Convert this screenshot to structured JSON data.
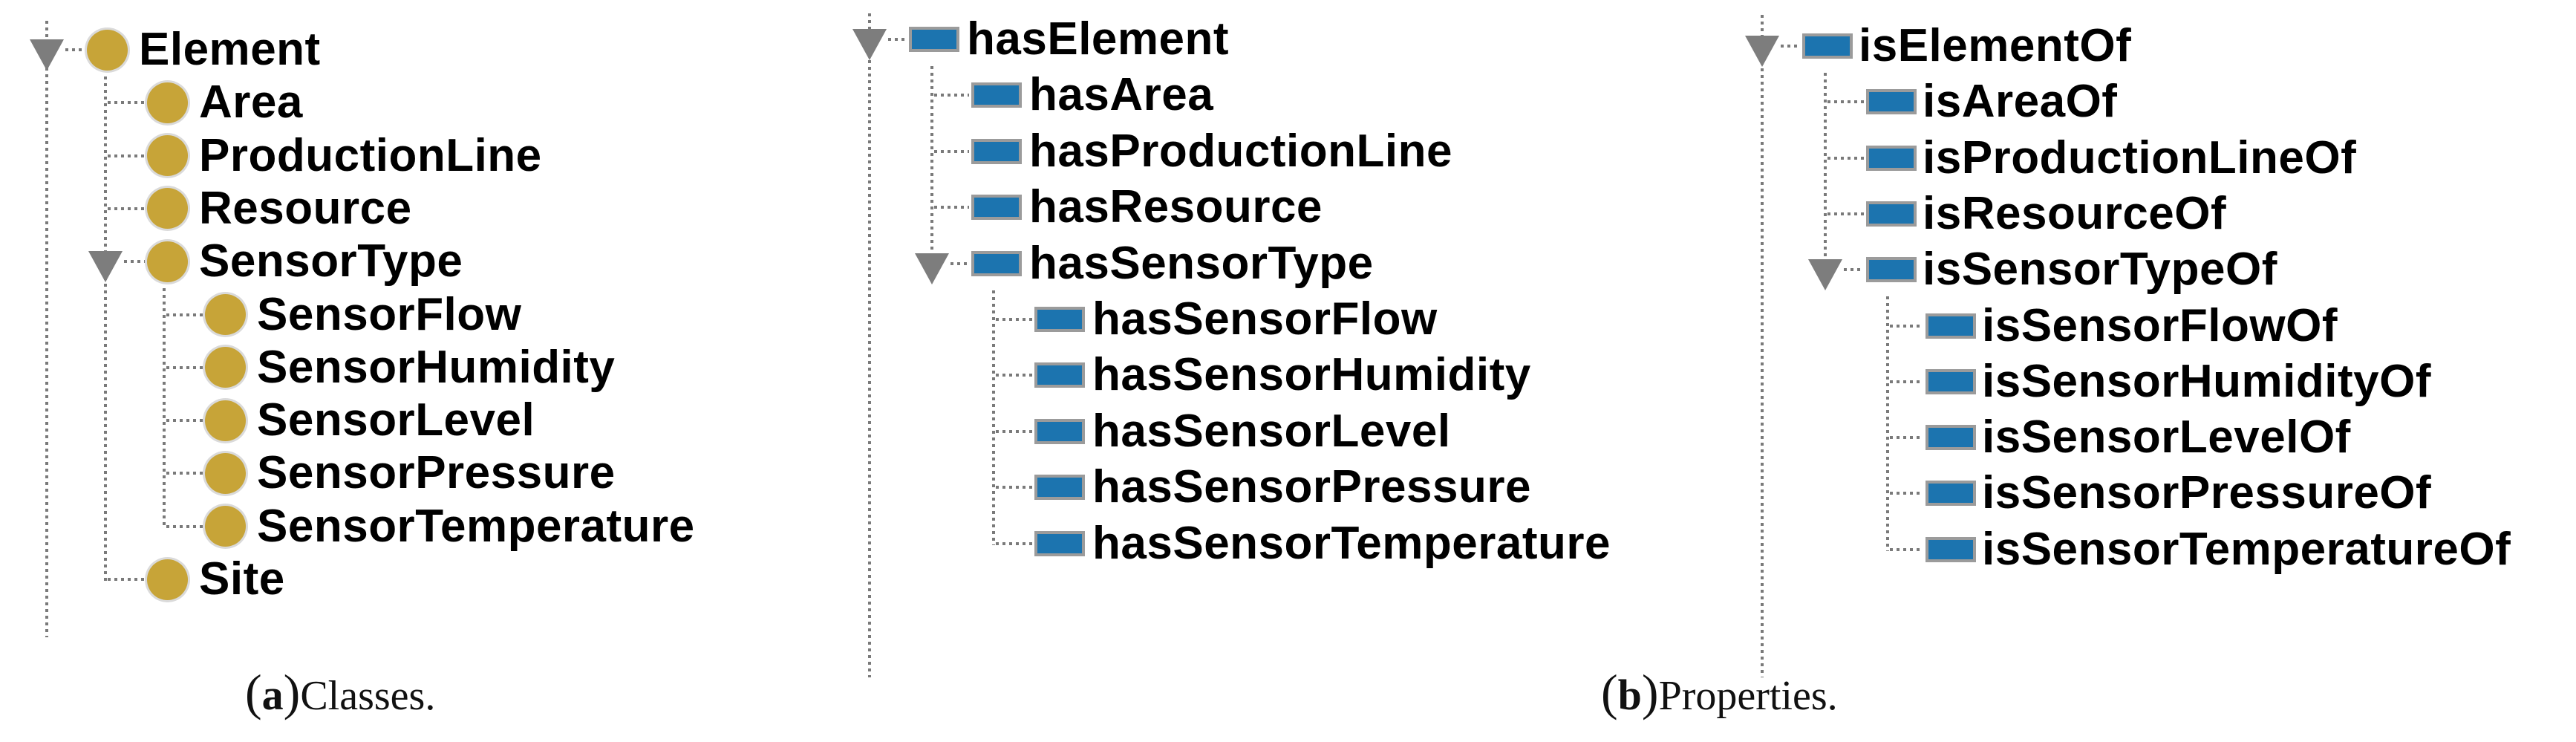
{
  "colors": {
    "class_icon": "#c7a438",
    "property_icon": "#1c74af",
    "icon_border": "#9b9b9b",
    "tree_line": "#7a7a7a",
    "expander": "#7d7d7d",
    "text": "#000000",
    "background": "#ffffff"
  },
  "captions": {
    "a": {
      "open": "(",
      "marker": "a",
      "close": ")",
      "text": "Classes."
    },
    "b": {
      "open": "(",
      "marker": "b",
      "close": ")",
      "text": "Properties."
    }
  },
  "trees": [
    {
      "id": "classes",
      "icon_shape": "circle",
      "icon_semantics": "class-icon",
      "root": {
        "label": "Element",
        "expanded": true,
        "children": [
          {
            "label": "Area"
          },
          {
            "label": "ProductionLine"
          },
          {
            "label": "Resource"
          },
          {
            "label": "SensorType",
            "expanded": true,
            "children": [
              {
                "label": "SensorFlow"
              },
              {
                "label": "SensorHumidity"
              },
              {
                "label": "SensorLevel"
              },
              {
                "label": "SensorPressure"
              },
              {
                "label": "SensorTemperature"
              }
            ]
          },
          {
            "label": "Site"
          }
        ]
      }
    },
    {
      "id": "has-properties",
      "icon_shape": "rect",
      "icon_semantics": "property-icon",
      "root": {
        "label": "hasElement",
        "expanded": true,
        "children": [
          {
            "label": "hasArea"
          },
          {
            "label": "hasProductionLine"
          },
          {
            "label": "hasResource"
          },
          {
            "label": "hasSensorType",
            "expanded": true,
            "children": [
              {
                "label": "hasSensorFlow"
              },
              {
                "label": "hasSensorHumidity"
              },
              {
                "label": "hasSensorLevel"
              },
              {
                "label": "hasSensorPressure"
              },
              {
                "label": "hasSensorTemperature"
              }
            ]
          }
        ]
      }
    },
    {
      "id": "is-properties",
      "icon_shape": "rect",
      "icon_semantics": "property-icon",
      "root": {
        "label": "isElementOf",
        "expanded": true,
        "children": [
          {
            "label": "isAreaOf"
          },
          {
            "label": "isProductionLineOf"
          },
          {
            "label": "isResourceOf"
          },
          {
            "label": "isSensorTypeOf",
            "expanded": true,
            "children": [
              {
                "label": "isSensorFlowOf"
              },
              {
                "label": "isSensorHumidityOf"
              },
              {
                "label": "isSensorLevelOf"
              },
              {
                "label": "isSensorPressureOf"
              },
              {
                "label": "isSensorTemperatureOf"
              }
            ]
          }
        ]
      }
    }
  ]
}
